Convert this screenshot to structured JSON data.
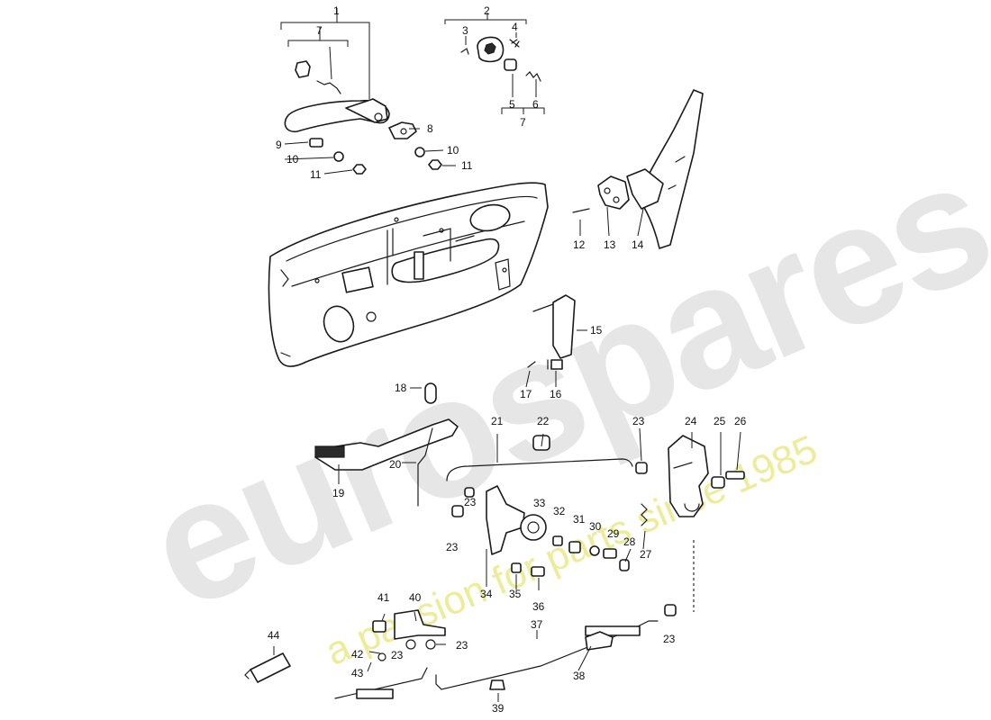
{
  "watermark": {
    "brand": "eurospares",
    "tagline": "a passion for parts since 1985",
    "brand_color": "#e6e6e6",
    "tagline_color": "#ecec9a"
  },
  "callouts": {
    "c1": "1",
    "c2": "2",
    "c3": "3",
    "c4": "4",
    "c5": "5",
    "c6": "6",
    "c7a": "7",
    "c7b": "7",
    "c8": "8",
    "c9": "9",
    "c10a": "10",
    "c10b": "10",
    "c11a": "11",
    "c11b": "11",
    "c12": "12",
    "c13": "13",
    "c14": "14",
    "c15": "15",
    "c16": "16",
    "c17": "17",
    "c18": "18",
    "c19": "19",
    "c20": "20",
    "c21": "21",
    "c22": "22",
    "c23a": "23",
    "c23b": "23",
    "c23c": "23",
    "c23d": "23",
    "c23e": "23",
    "c23f": "23",
    "c24": "24",
    "c25": "25",
    "c26": "26",
    "c27": "27",
    "c28": "28",
    "c29": "29",
    "c30": "30",
    "c31": "31",
    "c32": "32",
    "c33": "33",
    "c34": "34",
    "c35": "35",
    "c36": "36",
    "c37": "37",
    "c38": "38",
    "c39": "39",
    "c40": "40",
    "c41": "41",
    "c42": "42",
    "c43": "43",
    "c44": "44"
  }
}
